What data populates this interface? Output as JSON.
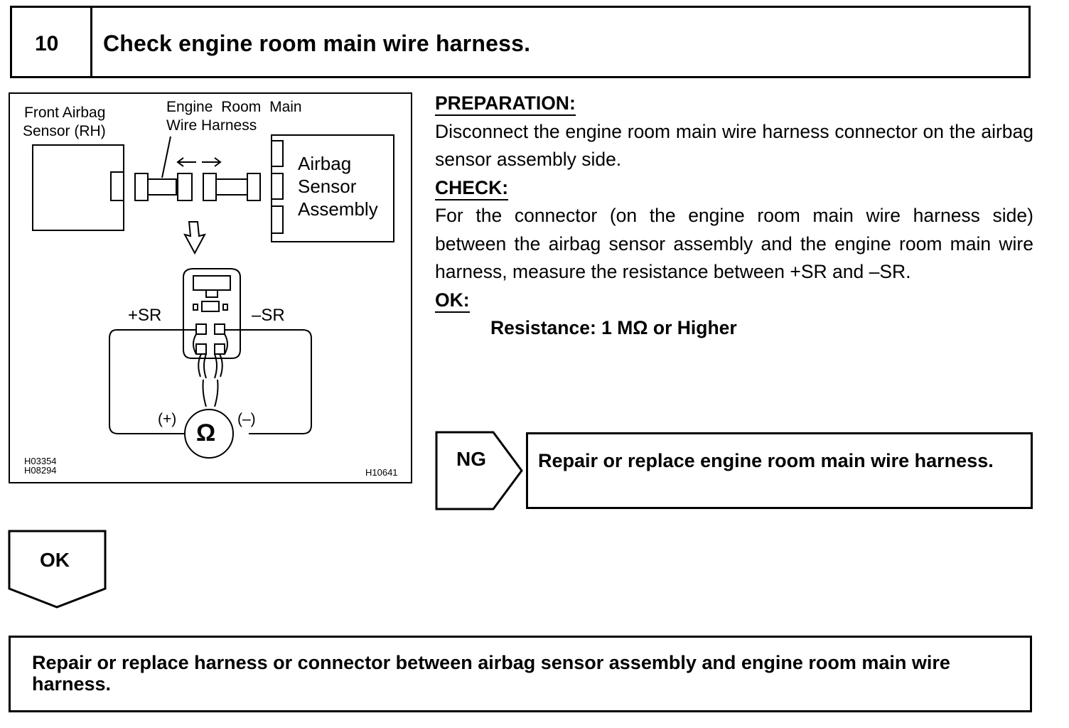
{
  "step": {
    "number": "10",
    "title": "Check engine room main wire harness."
  },
  "diagram": {
    "front_airbag_sensor_label_1": "Front Airbag",
    "front_airbag_sensor_label_2": "Sensor (RH)",
    "harness_label_1": "Engine Room Main",
    "harness_label_2": "Wire Harness",
    "airbag_sensor_label_1": "Airbag",
    "airbag_sensor_label_2": "Sensor",
    "airbag_sensor_label_3": "Assembly",
    "plus_sr": "+SR",
    "minus_sr": "–SR",
    "plus_probe": "(+)",
    "minus_probe": "(–)",
    "ohm_symbol": "Ω",
    "code_1": "H03354",
    "code_2": "H08294",
    "code_3": "H10641"
  },
  "instructions": {
    "preparation_heading": "PREPARATION:",
    "preparation_text": "Disconnect the engine room main wire harness connector on the airbag sensor assembly side.",
    "check_heading": "CHECK:",
    "check_text": "For the connector (on the engine room main wire harness side) between the airbag sensor assembly and the engine room main wire harness, measure the resistance between +SR and –SR.",
    "ok_heading": "OK:",
    "ok_spec": "Resistance: 1 MΩ or Higher"
  },
  "ng_branch": {
    "label": "NG",
    "result": "Repair or replace engine room main wire harness."
  },
  "ok_branch": {
    "label": "OK"
  },
  "final_action": {
    "text": "Repair or replace harness or connector between airbag sensor assembly and engine room main wire harness."
  }
}
